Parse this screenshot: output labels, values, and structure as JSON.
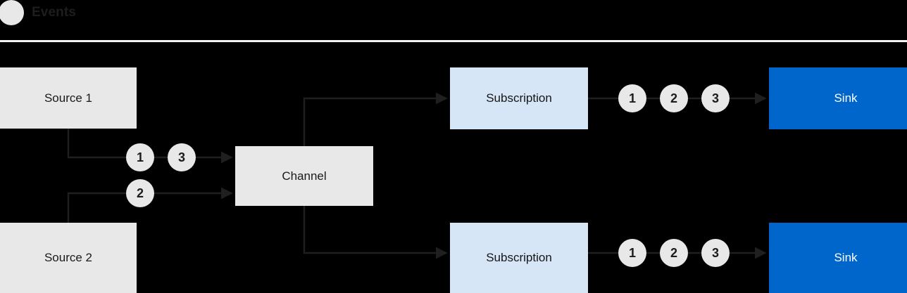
{
  "legend": {
    "marker_icon": "circle-marker-icon",
    "marker_color": "#e8e8e8",
    "label": "Events"
  },
  "colors": {
    "background": "#000000",
    "source_box": "#e8e8e8",
    "channel_box": "#e8e8e8",
    "subscription_box": "#d7e6f6",
    "sink_box": "#0066cc",
    "sink_text": "#ffffff",
    "connector": "#1f1f1f",
    "divider": "#f2f2f2",
    "badge": "#e8e8e8"
  },
  "nodes": {
    "source_1": "Source 1",
    "source_2": "Source 2",
    "channel": "Channel",
    "subscription_top": "Subscription",
    "subscription_bottom": "Subscription",
    "sink_top": "Sink",
    "sink_bottom": "Sink"
  },
  "badges": {
    "source1_to_channel": [
      "1",
      "3"
    ],
    "source2_to_channel": [
      "2"
    ],
    "subscription_top_to_sink": [
      "1",
      "2",
      "3"
    ],
    "subscription_bottom_to_sink": [
      "1",
      "2",
      "3"
    ]
  }
}
